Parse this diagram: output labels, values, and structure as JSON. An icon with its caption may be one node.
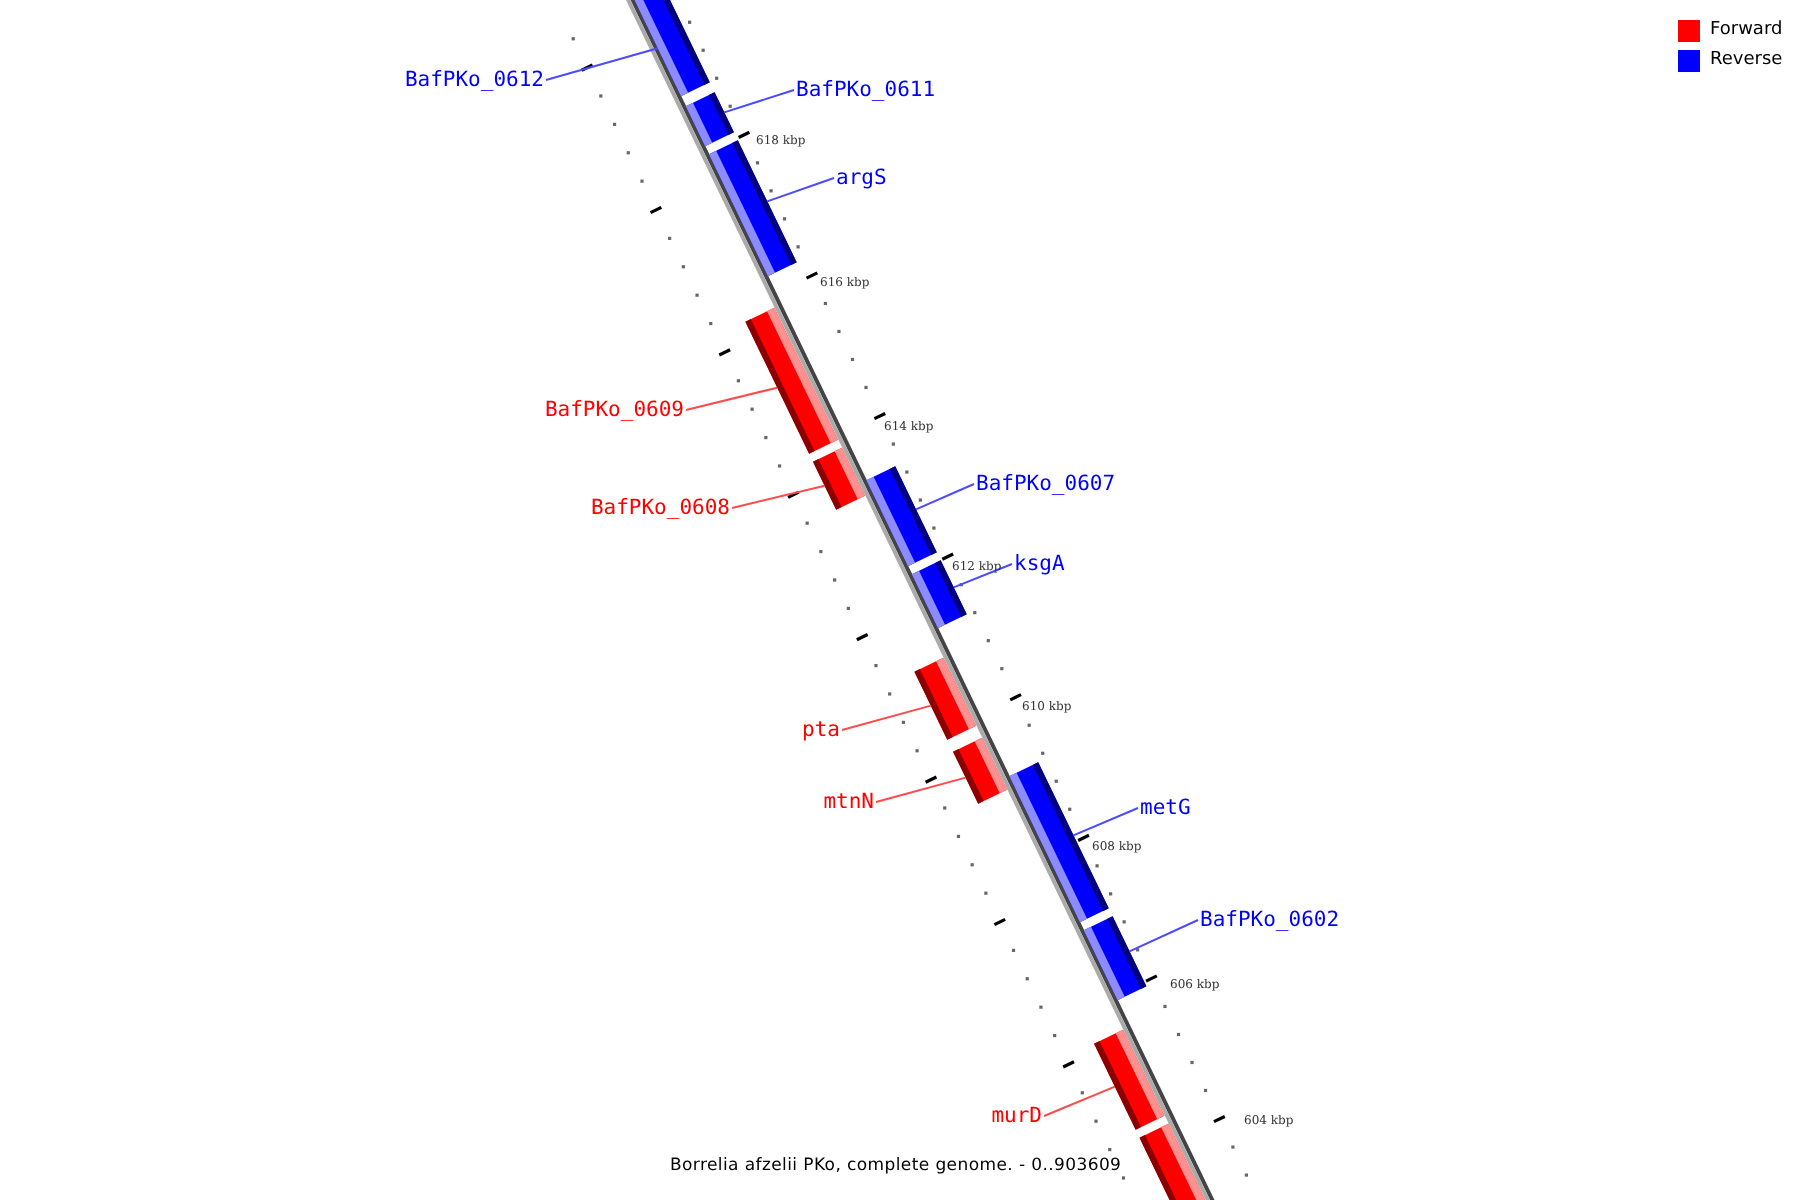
{
  "diagram": {
    "caption": "Borrelia afzelii PKo, complete genome. - 0..903609",
    "nodes": [
      {
        "text": [],
        "shape": "bar"
      },
      {
        "text": [
          "BafPKo_0612"
        ]
      },
      {
        "text": [
          "BafPKo_0611"
        ]
      },
      {
        "text": [],
        "shape": "bar"
      },
      {
        "text": [
          "argS"
        ]
      },
      {
        "text": [],
        "shape": "bar"
      },
      {
        "text": [],
        "shape": "bar"
      },
      {
        "text": [
          "BafPKo_0609"
        ]
      },
      {
        "text": [],
        "shape": "bar"
      },
      {
        "text": [
          "BafPKo_0607"
        ]
      },
      {
        "text": [],
        "shape": "bar"
      },
      {
        "text": [
          "BafPKo_0608"
        ]
      },
      {
        "text": [
          "ksgA"
        ]
      },
      {
        "text": [],
        "shape": "bar"
      },
      {
        "text": [],
        "shape": "bar"
      },
      {
        "text": [
          "pta"
        ]
      },
      {
        "text": [
          "mtnN"
        ]
      },
      {
        "text": [],
        "shape": "bar"
      },
      {
        "text": [],
        "shape": "bar"
      },
      {
        "text": [
          "metG"
        ]
      },
      {
        "text": [
          "BafPKo_0602"
        ]
      },
      {
        "text": [],
        "shape": "bar"
      },
      {
        "text": [],
        "shape": "bar"
      },
      {
        "text": [
          "murD"
        ]
      },
      {
        "text": [],
        "shape": "bar"
      }
    ],
    "edges": [
      {
        "from": 1,
        "to": 0,
        "arrow": "none"
      },
      {
        "from": 2,
        "to": 3,
        "arrow": "none"
      },
      {
        "from": 4,
        "to": 5,
        "arrow": "none"
      },
      {
        "from": 7,
        "to": 6,
        "arrow": "none",
        "color": "#ff4a4a"
      },
      {
        "from": 11,
        "to": 8,
        "arrow": "none",
        "color": "#ff4a4a"
      },
      {
        "from": 9,
        "to": 10,
        "arrow": "none"
      },
      {
        "from": 12,
        "to": 13,
        "arrow": "none"
      },
      {
        "from": 15,
        "to": 14,
        "arrow": "none",
        "color": "#ff4a4a"
      },
      {
        "from": 16,
        "to": 17,
        "arrow": "none",
        "color": "#ff4a4a"
      },
      {
        "from": 19,
        "to": 18,
        "arrow": "none"
      },
      {
        "from": 20,
        "to": 21,
        "arrow": "none"
      },
      {
        "from": 23,
        "to": 22,
        "arrow": "none",
        "color": "#ff4a4a"
      }
    ],
    "labels": [
      "618 kbp",
      "616 kbp",
      "614 kbp",
      "612 kbp",
      "610 kbp",
      "608 kbp",
      "606 kbp",
      "604 kbp"
    ],
    "legend": [
      {
        "text": "Forward",
        "color": "#ff0000"
      },
      {
        "text": "Reverse",
        "color": "#0000ff"
      }
    ]
  }
}
